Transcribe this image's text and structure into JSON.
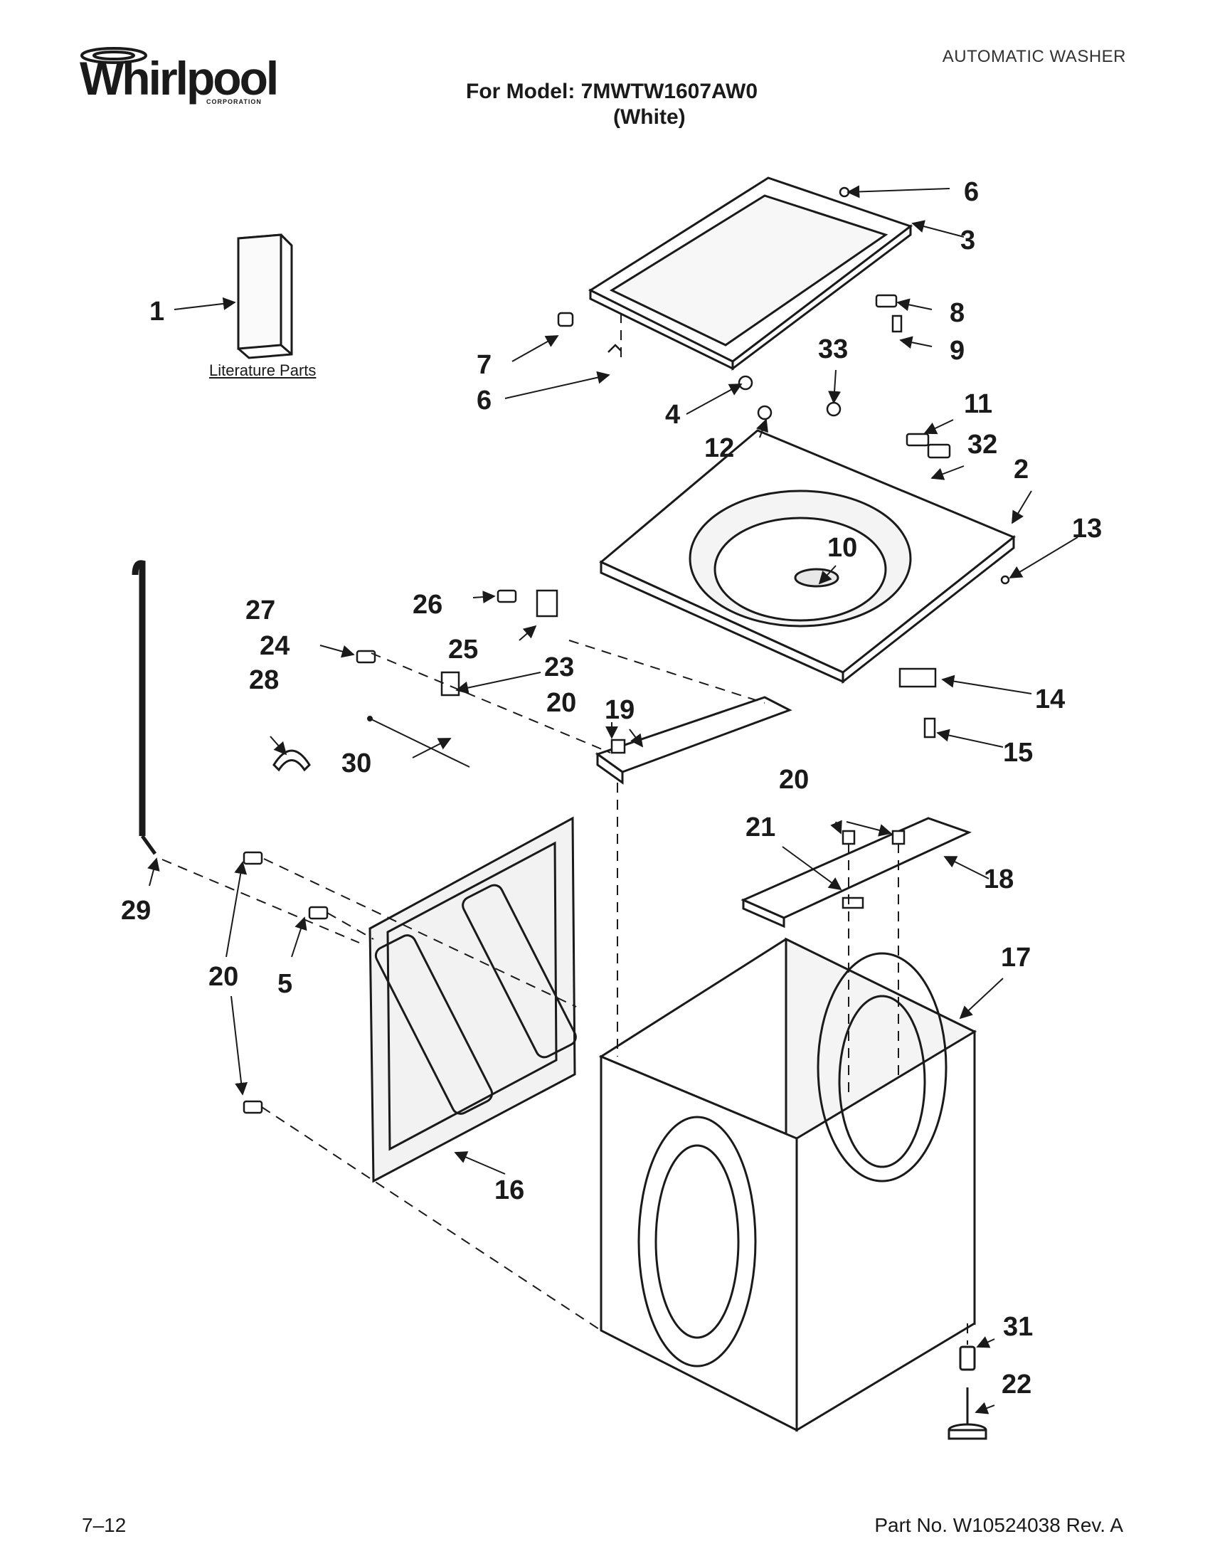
{
  "brand": {
    "name": "Whirlpool",
    "subtitle": "CORPORATION"
  },
  "header": {
    "doc_type": "AUTOMATIC WASHER",
    "model_line": "For Model: 7MWTW1607AW0",
    "variant": "(White)"
  },
  "literature_label": "Literature Parts",
  "callouts": [
    "1",
    "2",
    "3",
    "4",
    "5",
    "6",
    "6",
    "7",
    "8",
    "9",
    "10",
    "11",
    "12",
    "13",
    "14",
    "15",
    "16",
    "17",
    "18",
    "19",
    "20",
    "20",
    "20",
    "21",
    "22",
    "23",
    "24",
    "25",
    "26",
    "27",
    "28",
    "29",
    "30",
    "31",
    "32",
    "33"
  ],
  "footer": {
    "page": "7–12",
    "part_no": "Part No. W10524038 Rev. A"
  },
  "colors": {
    "ink": "#1a1a1a",
    "paper": "#ffffff",
    "panel_fill": "#f2f2f2"
  }
}
